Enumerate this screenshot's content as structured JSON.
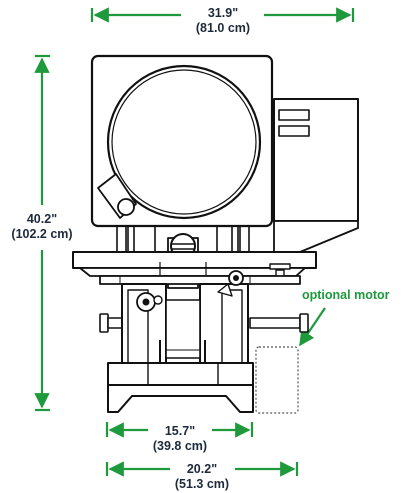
{
  "dimensions": {
    "width": {
      "imperial": "31.9\"",
      "metric": "(81.0 cm)"
    },
    "height": {
      "imperial": "40.2\"",
      "metric": "(102.2 cm)"
    },
    "base_inner": {
      "imperial": "15.7\"",
      "metric": "(39.8 cm)"
    },
    "base_outer": {
      "imperial": "20.2\"",
      "metric": "(51.3 cm)"
    }
  },
  "annotations": {
    "optional_motor": "optional motor"
  },
  "colors": {
    "dimension": "#1e9a3c",
    "text": "#1e2a3a",
    "machine_line": "#111111",
    "machine_fill": "#ffffff"
  }
}
